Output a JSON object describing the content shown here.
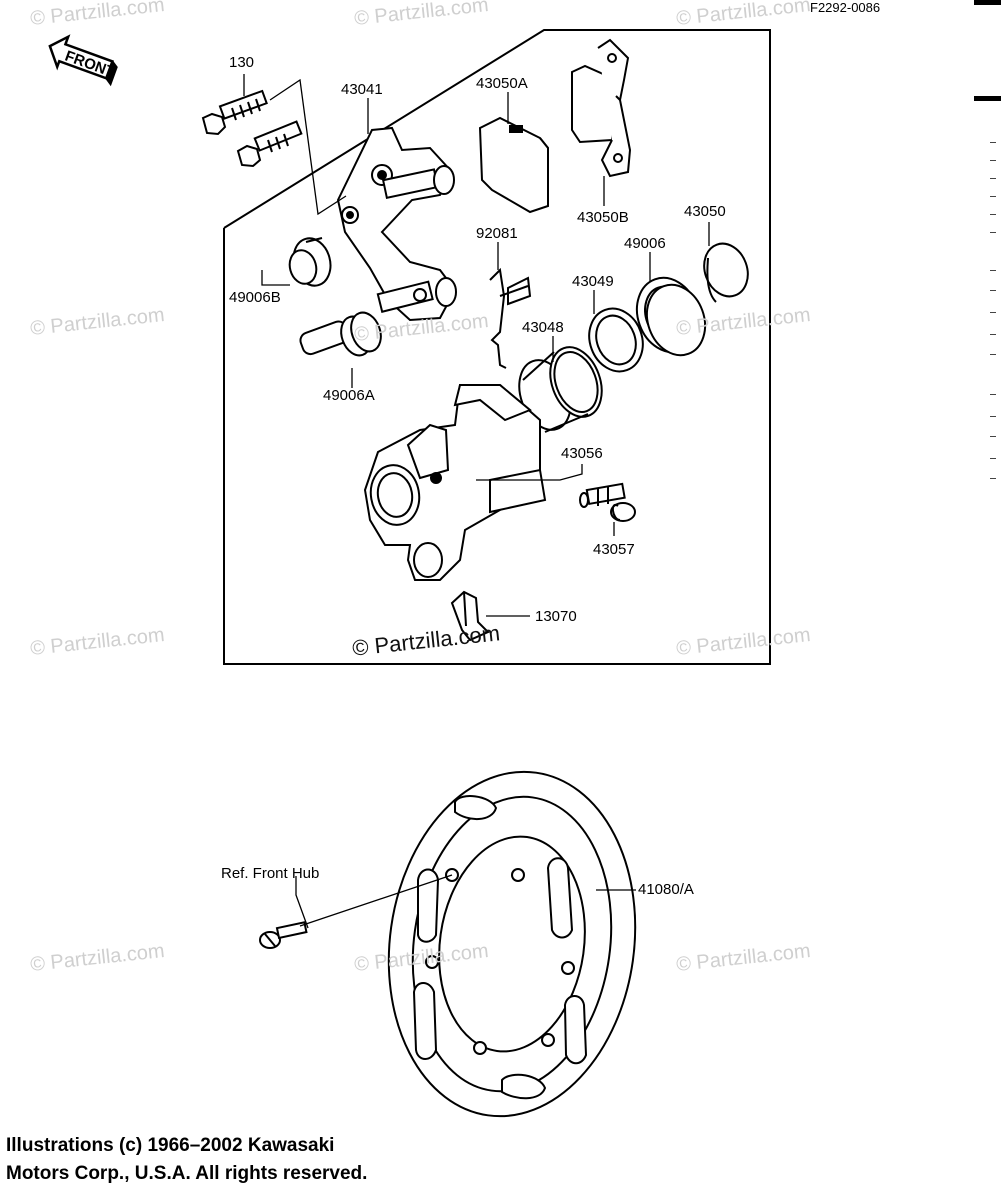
{
  "diagram_code": "F2292-0086",
  "front_label": "FRONT",
  "watermark": "© Partzilla.com",
  "parts": {
    "p130": "130",
    "p43041": "43041",
    "p43050A": "43050A",
    "p43050B": "43050B",
    "p43050": "43050",
    "p92081": "92081",
    "p49006": "49006",
    "p49006B": "49006B",
    "p43049": "43049",
    "p43048": "43048",
    "p49006A": "49006A",
    "p43056": "43056",
    "p43057": "43057",
    "p13070": "13070",
    "p41080A": "41080/A",
    "ref_front_hub": "Ref. Front Hub"
  },
  "copyright": {
    "line1": "Illustrations (c) 1966–2002 Kawasaki",
    "line2": "Motors Corp., U.S.A.  All rights reserved."
  },
  "colors": {
    "ink": "#000000",
    "watermark": "#cfcfcf",
    "background": "#ffffff"
  }
}
